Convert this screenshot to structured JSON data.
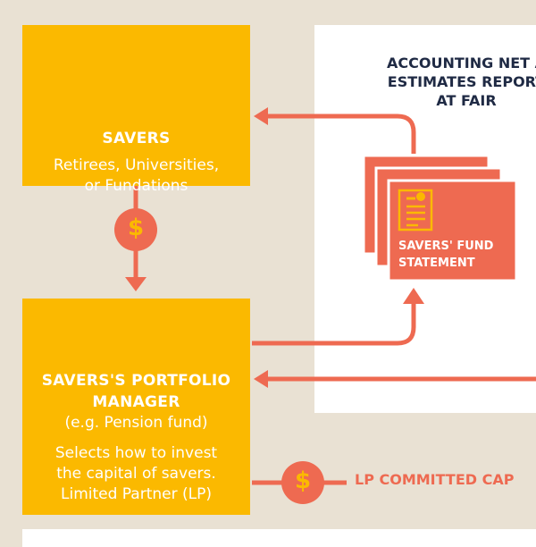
{
  "accounting": {
    "text": "ACCOUNTING NET A\nESTIMATES REPORT\nAT FAIR"
  },
  "savers": {
    "title": "SAVERS",
    "description": "Retirees, Universities,\nor Fundations"
  },
  "portfolio_manager": {
    "title": "SAVERS'S PORTFOLIO\nMANAGER",
    "example": "(e.g. Pension fund)",
    "description": "Selects how to invest\nthe capital of savers.\nLimited Partner (LP)"
  },
  "statement": {
    "label": "SAVERS' FUND\nSTATEMENT"
  },
  "flow": {
    "dollar_symbol": "$",
    "committed_label": "LP COMMITTED CAP"
  },
  "colors": {
    "background": "#e9e1d3",
    "yellow": "#fbb900",
    "coral": "#ee6a51",
    "navy": "#1f2a44"
  },
  "icons": [
    "hand-coin-icon",
    "person-icon",
    "document-icon",
    "dollar-icon"
  ]
}
